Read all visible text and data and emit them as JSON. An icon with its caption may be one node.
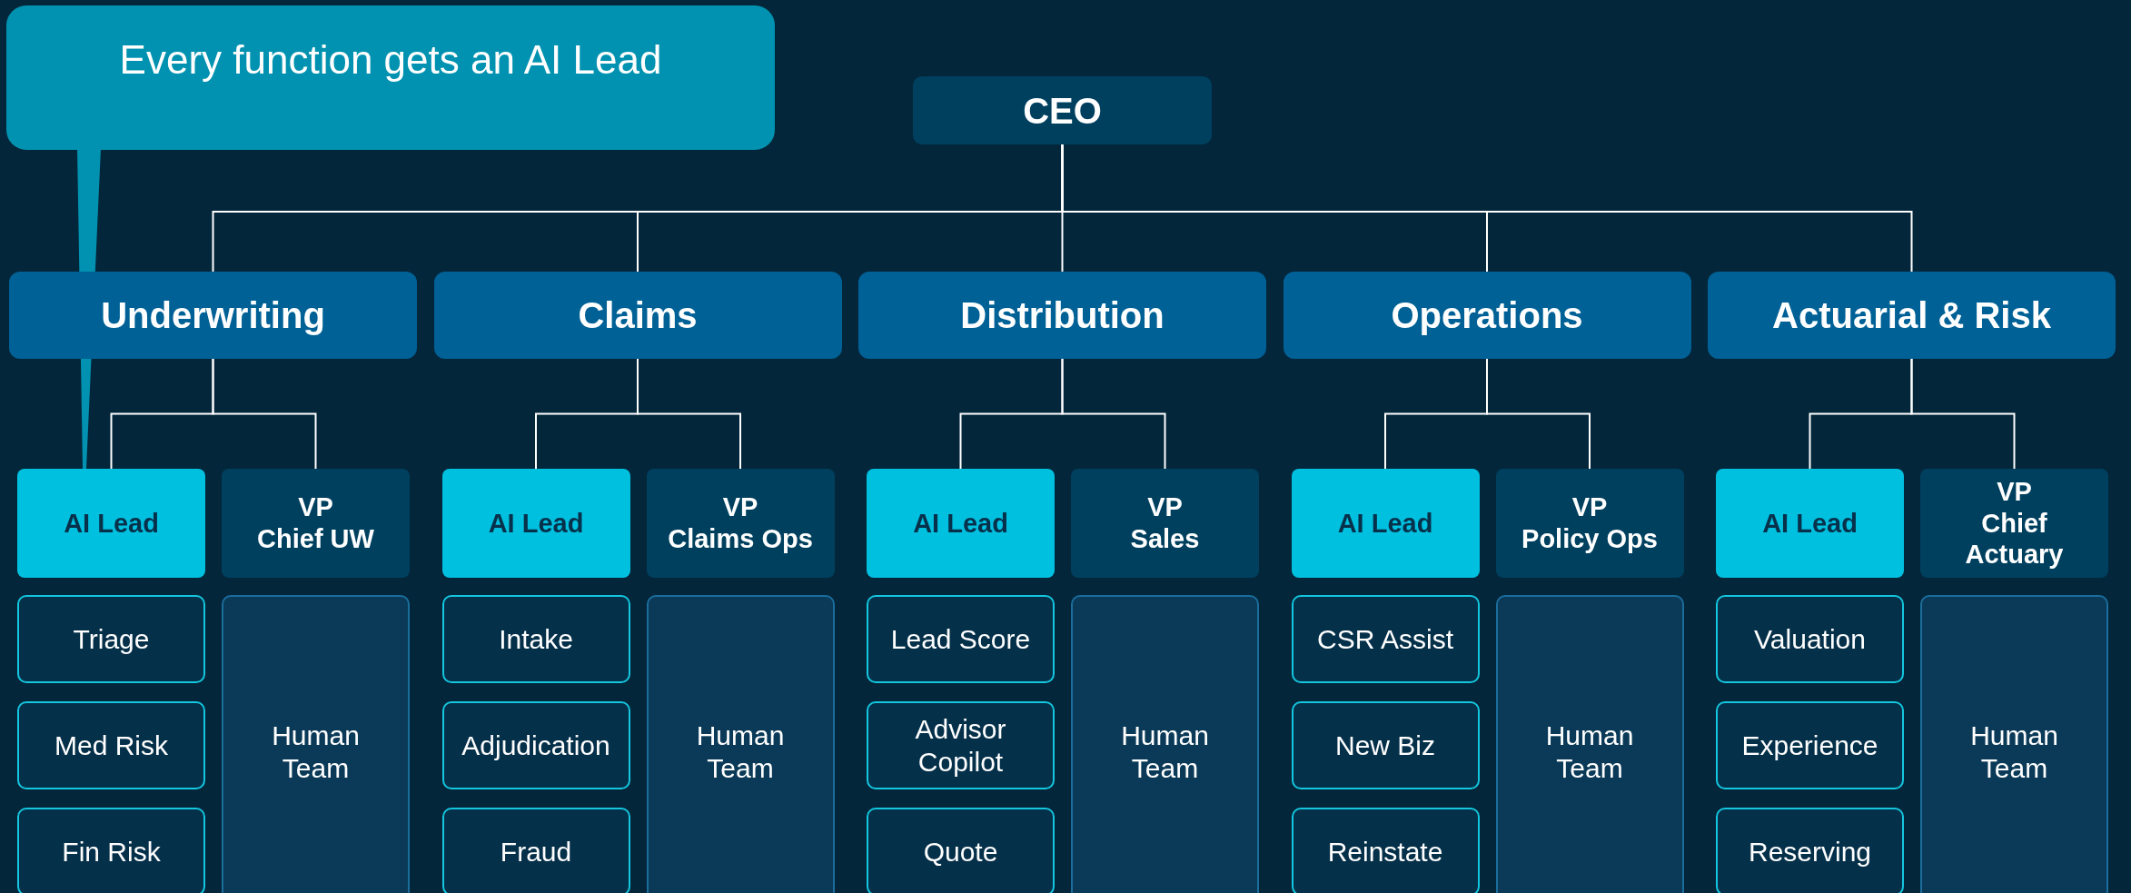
{
  "diagram": {
    "nodes": [
      {
        "text": [
          "Every function gets an AI Lead"
        ]
      },
      {
        "text": [
          "CEO"
        ]
      },
      {
        "text": [
          "Underwriting"
        ]
      },
      {
        "text": [
          "Claims"
        ]
      },
      {
        "text": [
          "Distribution"
        ]
      },
      {
        "text": [
          "Operations"
        ]
      },
      {
        "text": [
          "Actuarial & Risk"
        ]
      },
      {
        "text": [
          "AI Lead"
        ]
      },
      {
        "text": [
          "VP",
          "Chief UW"
        ]
      },
      {
        "text": [
          "Triage"
        ]
      },
      {
        "text": [
          "Med Risk"
        ]
      },
      {
        "text": [
          "Fin Risk"
        ]
      },
      {
        "text": [
          "Human Team"
        ]
      },
      {
        "text": [
          "AI Lead"
        ]
      },
      {
        "text": [
          "VP",
          "Claims Ops"
        ]
      },
      {
        "text": [
          "Intake"
        ]
      },
      {
        "text": [
          "Adjudication"
        ]
      },
      {
        "text": [
          "Fraud"
        ]
      },
      {
        "text": [
          "Human Team"
        ]
      },
      {
        "text": [
          "AI Lead"
        ]
      },
      {
        "text": [
          "VP",
          "Sales"
        ]
      },
      {
        "text": [
          "Lead Score"
        ]
      },
      {
        "text": [
          "Advisor Copilot"
        ]
      },
      {
        "text": [
          "Quote"
        ]
      },
      {
        "text": [
          "Human Team"
        ]
      },
      {
        "text": [
          "AI Lead"
        ]
      },
      {
        "text": [
          "VP",
          "Policy Ops"
        ]
      },
      {
        "text": [
          "CSR Assist"
        ]
      },
      {
        "text": [
          "New Biz"
        ]
      },
      {
        "text": [
          "Reinstate"
        ]
      },
      {
        "text": [
          "Human Team"
        ]
      },
      {
        "text": [
          "AI Lead"
        ]
      },
      {
        "text": [
          "VP",
          "Chief Actuary"
        ]
      },
      {
        "text": [
          "Valuation"
        ]
      },
      {
        "text": [
          "Experience"
        ]
      },
      {
        "text": [
          "Reserving"
        ]
      },
      {
        "text": [
          "Human Team"
        ]
      }
    ],
    "edges": [
      {
        "from": 0,
        "to": 7,
        "arrow": "none",
        "color": "#0092b0"
      },
      {
        "from": 1,
        "to": 2,
        "arrow": "none"
      },
      {
        "from": 1,
        "to": 3,
        "arrow": "none"
      },
      {
        "from": 1,
        "to": 4,
        "arrow": "none"
      },
      {
        "from": 1,
        "to": 5,
        "arrow": "none"
      },
      {
        "from": 1,
        "to": 6,
        "arrow": "none"
      },
      {
        "from": 2,
        "to": 7,
        "arrow": "none"
      },
      {
        "from": 2,
        "to": 8,
        "arrow": "none"
      },
      {
        "from": 3,
        "to": 13,
        "arrow": "none"
      },
      {
        "from": 3,
        "to": 14,
        "arrow": "none"
      },
      {
        "from": 4,
        "to": 19,
        "arrow": "none"
      },
      {
        "from": 4,
        "to": 20,
        "arrow": "none"
      },
      {
        "from": 5,
        "to": 25,
        "arrow": "none"
      },
      {
        "from": 5,
        "to": 26,
        "arrow": "none"
      },
      {
        "from": 6,
        "to": 31,
        "arrow": "none"
      },
      {
        "from": 6,
        "to": 32,
        "arrow": "none"
      }
    ]
  }
}
